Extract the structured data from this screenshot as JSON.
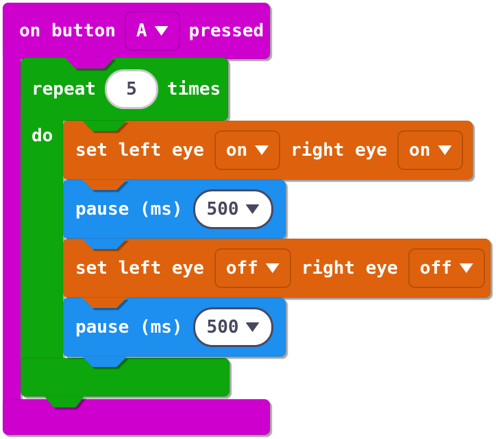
{
  "palette": {
    "magenta": "#ce00ce",
    "green": "#0da60d",
    "orange": "#de620d",
    "blue": "#1e8fef",
    "field_text": "#45485e"
  },
  "on_button_block": {
    "text_before": "on button",
    "button_value": "A",
    "text_after": "pressed"
  },
  "repeat_block": {
    "label": "repeat",
    "count": "5",
    "label_after": "times",
    "do_label": "do"
  },
  "eyes_on_block": {
    "label": "set left eye",
    "left_eye_value": "on",
    "label2": "right eye",
    "right_eye_value": "on"
  },
  "pause_block_1": {
    "label": "pause (ms)",
    "duration": "500"
  },
  "eyes_off_block": {
    "label": "set left eye",
    "left_eye_value": "off",
    "label2": "right eye",
    "right_eye_value": "off"
  },
  "pause_block_2": {
    "label": "pause (ms)",
    "duration": "500"
  }
}
